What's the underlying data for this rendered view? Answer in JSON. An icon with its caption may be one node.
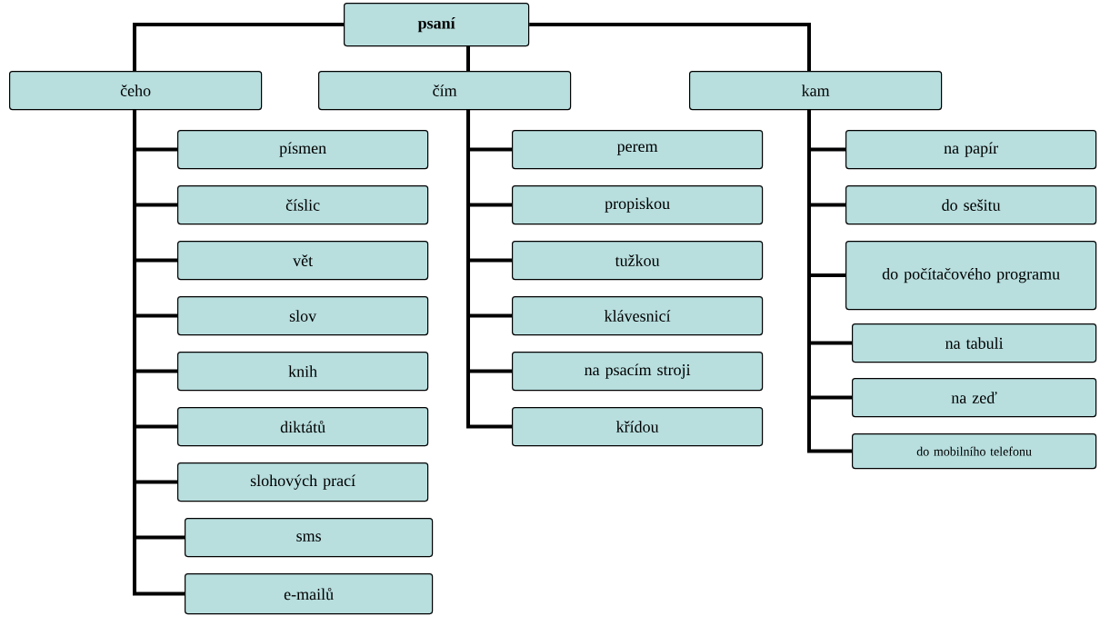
{
  "diagram": {
    "nodes": [
      {
        "text": [
          "psaní"
        ]
      },
      {
        "text": [
          "čeho"
        ]
      },
      {
        "text": [
          "čím"
        ]
      },
      {
        "text": [
          "kam"
        ]
      },
      {
        "text": [
          "písmen"
        ]
      },
      {
        "text": [
          "číslic"
        ]
      },
      {
        "text": [
          "vět"
        ]
      },
      {
        "text": [
          "slov"
        ]
      },
      {
        "text": [
          "knih"
        ]
      },
      {
        "text": [
          "diktátů"
        ]
      },
      {
        "text": [
          "slohových prací"
        ]
      },
      {
        "text": [
          "sms"
        ]
      },
      {
        "text": [
          "e-mailů"
        ]
      },
      {
        "text": [
          "perem"
        ]
      },
      {
        "text": [
          "propiskou"
        ]
      },
      {
        "text": [
          "tužkou"
        ]
      },
      {
        "text": [
          "klávesnicí"
        ]
      },
      {
        "text": [
          "na psacím stroji"
        ]
      },
      {
        "text": [
          "křídou"
        ]
      },
      {
        "text": [
          "na papír"
        ]
      },
      {
        "text": [
          "do sešitu"
        ]
      },
      {
        "text": [
          "do počítačového programu"
        ]
      },
      {
        "text": [
          "na tabuli"
        ]
      },
      {
        "text": [
          "na zeď"
        ]
      },
      {
        "text": [
          "do mobilního telefonu"
        ]
      }
    ],
    "edges": [
      {
        "from": 0,
        "to": 1,
        "arrow": "none"
      },
      {
        "from": 0,
        "to": 2,
        "arrow": "none"
      },
      {
        "from": 0,
        "to": 3,
        "arrow": "none"
      },
      {
        "from": 1,
        "to": 4,
        "arrow": "none"
      },
      {
        "from": 1,
        "to": 5,
        "arrow": "none"
      },
      {
        "from": 1,
        "to": 6,
        "arrow": "none"
      },
      {
        "from": 1,
        "to": 7,
        "arrow": "none"
      },
      {
        "from": 1,
        "to": 8,
        "arrow": "none"
      },
      {
        "from": 1,
        "to": 9,
        "arrow": "none"
      },
      {
        "from": 1,
        "to": 10,
        "arrow": "none"
      },
      {
        "from": 1,
        "to": 11,
        "arrow": "none"
      },
      {
        "from": 1,
        "to": 12,
        "arrow": "none"
      },
      {
        "from": 2,
        "to": 13,
        "arrow": "none"
      },
      {
        "from": 2,
        "to": 14,
        "arrow": "none"
      },
      {
        "from": 2,
        "to": 15,
        "arrow": "none"
      },
      {
        "from": 2,
        "to": 16,
        "arrow": "none"
      },
      {
        "from": 2,
        "to": 17,
        "arrow": "none"
      },
      {
        "from": 2,
        "to": 18,
        "arrow": "none"
      },
      {
        "from": 3,
        "to": 19,
        "arrow": "none"
      },
      {
        "from": 3,
        "to": 20,
        "arrow": "none"
      },
      {
        "from": 3,
        "to": 21,
        "arrow": "none"
      },
      {
        "from": 3,
        "to": 22,
        "arrow": "none"
      },
      {
        "from": 3,
        "to": 23,
        "arrow": "none"
      },
      {
        "from": 3,
        "to": 24,
        "arrow": "none"
      }
    ]
  }
}
